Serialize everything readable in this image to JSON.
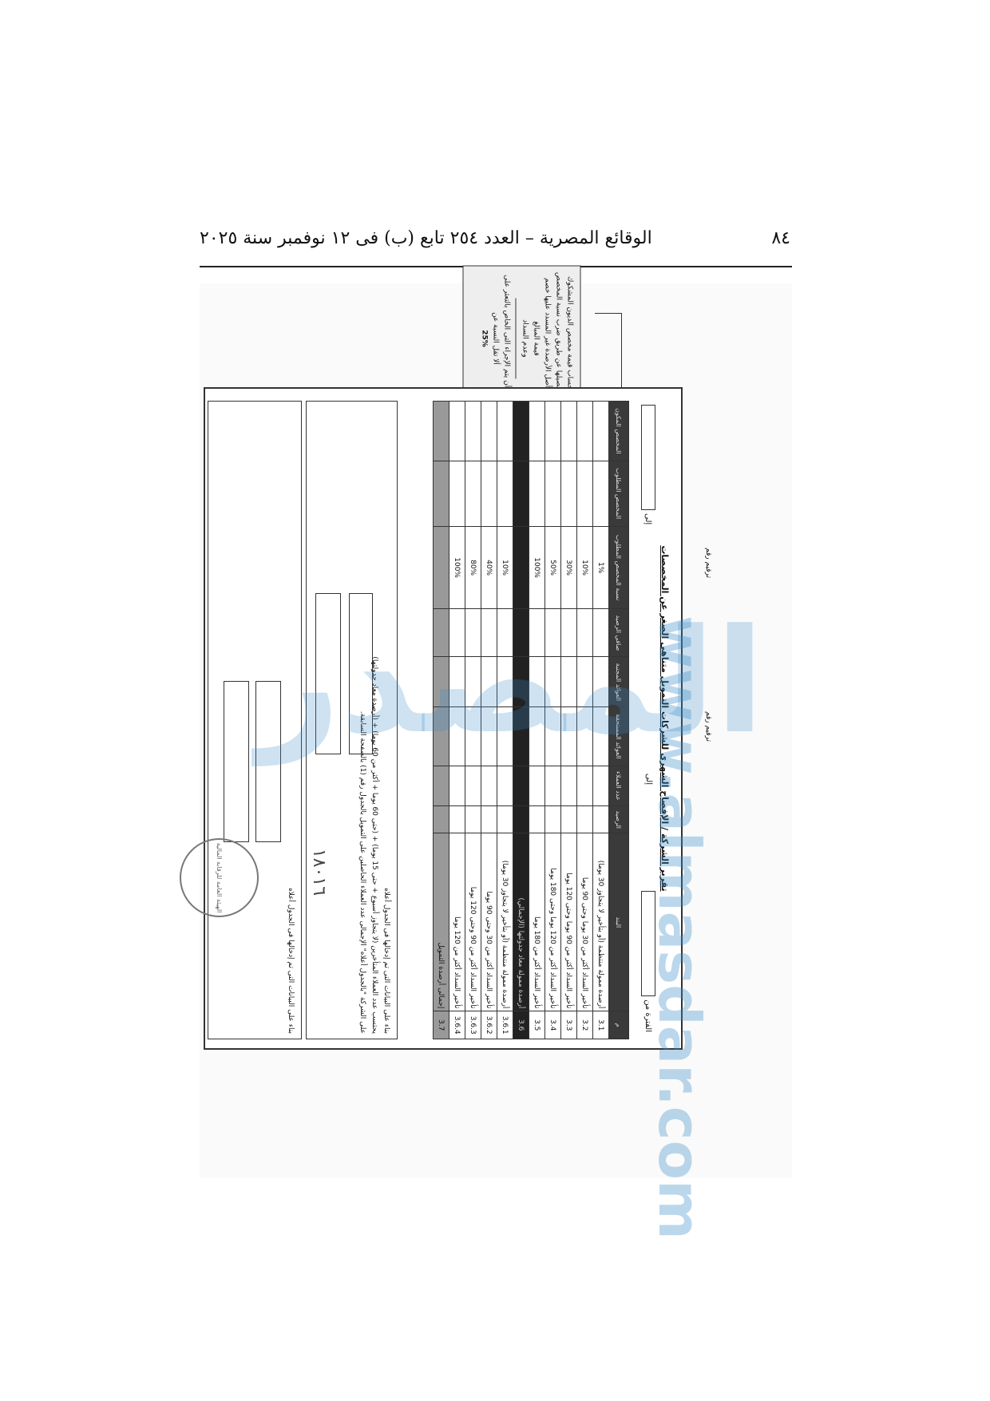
{
  "header": {
    "page_number": "٨٤",
    "title": "الوقائع المصرية – العدد ٢٥٤ تابع (ب) فى ١٢ نوفمبر سنة ٢٠٢٥"
  },
  "watermark": {
    "url": "www.almasdar.com",
    "logo_text": "المصدر"
  },
  "form": {
    "title": "تقرير الشركة / الإفصاح الشهرى للشركات التمويل متناهى الصغر عن المخصصات",
    "period_from": "الفترة من",
    "to": "إلى",
    "to2": "إلى",
    "seq1": "ترقيم رقم",
    "seq2": "ترقيم رقم"
  },
  "table": {
    "headers": [
      "م",
      "البند",
      "الرصيد",
      "عدد العملاء",
      "العوائد المستحقة",
      "العوائد المجنبة",
      "صافي الرصيد",
      "نسبة المخصص المطلوب",
      "المخصص المطلوب",
      "المخصص المكون"
    ],
    "rows": [
      {
        "no": "3.1",
        "label": "أرصدة ممولة منتظمة (أو بتأخير لا يتجاوز 30 يوما)",
        "pct": "1%"
      },
      {
        "no": "3.2",
        "label": "تأخير السداد أكثر من 30 يوما وحتى 90 يوما",
        "pct": "10%"
      },
      {
        "no": "3.3",
        "label": "تأخير السداد أكثر من 90 يوما وحتى 120 يوما",
        "pct": "30%"
      },
      {
        "no": "3.4",
        "label": "تأخير السداد أكثر من 120 يوما وحتى 180 يوما",
        "pct": "50%"
      },
      {
        "no": "3.5",
        "label": "تأخير السداد أكثر من 180 يوما",
        "pct": "100%"
      },
      {
        "no": "3.6",
        "label": "أرصدة ممولة معاد جدولتها (الإجمالي)",
        "pct": "",
        "dark": true
      },
      {
        "no": "3.6.1",
        "label": "أرصدة ممولة منتظمة (أو بتأخير لا يتجاوز 30 يوما)",
        "pct": "10%"
      },
      {
        "no": "3.6.2",
        "label": "تأخير السداد أكثر من 30 وحتى 90 يوما",
        "pct": "40%"
      },
      {
        "no": "3.6.3",
        "label": "تأخير السداد أكثر من 90 وحتى 120 يوما",
        "pct": "80%"
      },
      {
        "no": "3.6.4",
        "label": "تأخير السداد أكثر من 120 يوما",
        "pct": "100%"
      },
      {
        "no": "3.7",
        "label": "إجمالى أرصدة التمويل",
        "pct": "",
        "total": true
      }
    ]
  },
  "notes": {
    "note1": "بناء على البيانات التى تم إدخالها فى الجدول أعلاه",
    "note1b": "يحتسب عدد العملاء المتأخرين (لا يتجاوز أسبوع + حتى 15 يوما) + (حتى 60 يوما + أكثر من 60 يوما) + (أرصدة معاد جدولتها)",
    "note1c": "على الشركة \"بالجدول أعلاه\" الإجمالى عدد العملاء الحاصلين على التمويل بالجدول رقم (1) بالصفحة السابقة.",
    "note2": "بناء على البيانات التى تم إدخالها فى الجدول أعلاه"
  },
  "sticky": {
    "line1": "يتم حساب قيمة مخصص الديون المشكوك فى تحصيلها عن طريق ضرب نسبة المخصص فى أصل الأرصدة غير المسدد عليها خصم قيمة المبالغ",
    "line2": "وعدم السداد",
    "line3": "على أن يتم الإجراء التى الخاص بالتعثر على ألا تقل النسبة عن",
    "pct": "25%"
  },
  "stamp": {
    "text": "الهيئة العامة للرقابة المالية",
    "number": "١٨٠١٦"
  }
}
